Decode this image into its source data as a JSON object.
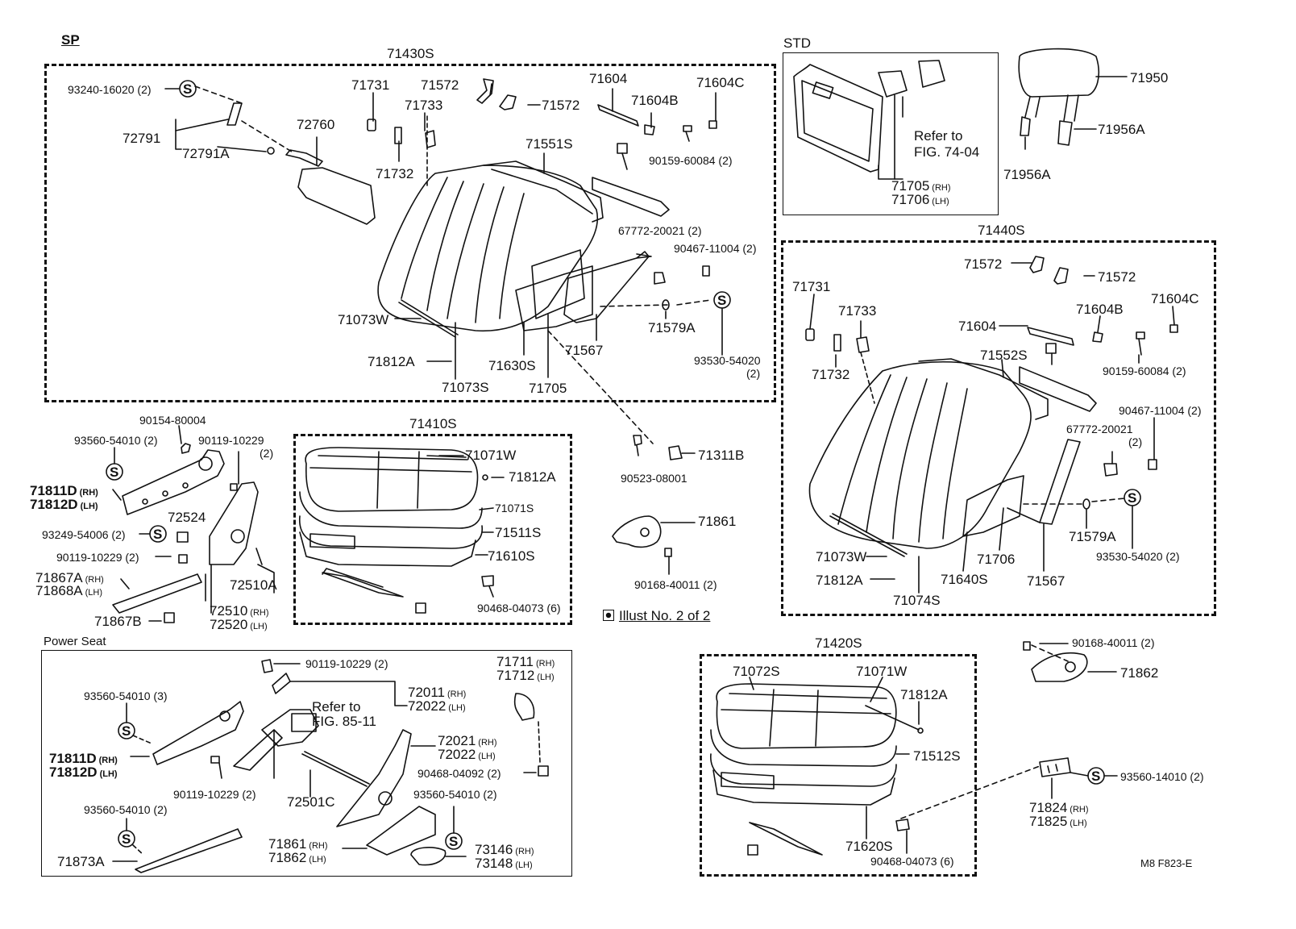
{
  "sections": {
    "sp": "SP",
    "std": "STD",
    "power_seat": "Power Seat",
    "illust": "Illust No. 2 of 2"
  },
  "footer": {
    "code": "M8  F823-E"
  },
  "labels": {
    "l71430S": "71430S",
    "l93240": "93240-16020 (2)",
    "l71731a": "71731",
    "l71572a": "71572",
    "l71604a": "71604",
    "l71604Ca": "71604C",
    "l72760": "72760",
    "l71733a": "71733",
    "l71572b": "71572",
    "l71604Ba": "71604B",
    "l72791": "72791",
    "l72791A": "72791A",
    "l71551S": "71551S",
    "l71732a": "71732",
    "l90159a": "90159-60084 (2)",
    "l67772a": "67772-20021 (2)",
    "l90467a": "90467-11004 (2)",
    "l71073Wa": "71073W",
    "l71579Aa": "71579A",
    "l71567a": "71567",
    "l71812Aa": "71812A",
    "l71630S": "71630S",
    "l93530a": "93530-54020",
    "l93530a2": "(2)",
    "l71073S": "71073S",
    "l71705": "71705",
    "l71705RH": "71705",
    "l71706LH": "71706",
    "l_rh": "(RH)",
    "l_lh": "(LH)",
    "l_referto": "Refer to",
    "l_fig7404": "FIG. 74-04",
    "l71950": "71950",
    "l71956Aa": "71956A",
    "l71956Ab": "71956A",
    "l71440S": "71440S",
    "l71572c": "71572",
    "l71572d": "71572",
    "l71731b": "71731",
    "l71733b": "71733",
    "l71604b": "71604",
    "l71604Bb": "71604B",
    "l71604Cb": "71604C",
    "l71552S": "71552S",
    "l71732b": "71732",
    "l90159b": "90159-60084 (2)",
    "l90467b": "90467-11004 (2)",
    "l67772b": "67772-20021",
    "l67772b2": "(2)",
    "l71073Wb": "71073W",
    "l71579Ab": "71579A",
    "l93530b": "93530-54020 (2)",
    "l71812Ab": "71812A",
    "l71706b": "71706",
    "l71640S": "71640S",
    "l71567b": "71567",
    "l71074S": "71074S",
    "l90154": "90154-80004",
    "l93560a": "93560-54010 (2)",
    "l90119a": "90119-10229",
    "l90119a2": "(2)",
    "l71811Da": "71811D",
    "l71812Da": "71812D",
    "l72524": "72524",
    "l93249": "93249-54006 (2)",
    "l90119b": "90119-10229 (2)",
    "l71867A": "71867A",
    "l71868A": "71868A",
    "l72510A": "72510A",
    "l72510": "72510",
    "l72520": "72520",
    "l71867B": "71867B",
    "l71410S": "71410S",
    "l71071Wa": "71071W",
    "l71812Ac": "71812A",
    "l71071S": "71071S",
    "l71511S": "71511S",
    "l71610S": "71610S",
    "l90468a": "90468-04073 (6)",
    "l90523": "90523-08001",
    "l71311B": "71311B",
    "l71861a": "71861",
    "l90168a": "90168-40011 (2)",
    "l90119c": "90119-10229 (2)",
    "l71711": "71711",
    "l71712": "71712",
    "l93560b": "93560-54010 (3)",
    "l72011": "72011",
    "l72022a": "72022",
    "l_referto2": "Refer to",
    "l_fig8511": "FIG. 85-11",
    "l72021": "72021",
    "l72022b": "72022",
    "l71811Db": "71811D",
    "l71812Db": "71812D",
    "l90468b": "90468-04092 (2)",
    "l90119d": "90119-10229 (2)",
    "l72501C": "72501C",
    "l93560c": "93560-54010 (2)",
    "l93560d": "93560-54010 (2)",
    "l71861b": "71861",
    "l71862b": "71862",
    "l73146": "73146",
    "l73148": "73148",
    "l71873A": "71873A",
    "l71420S": "71420S",
    "l71072S": "71072S",
    "l71071Wb": "71071W",
    "l71812Ad": "71812A",
    "l71512S": "71512S",
    "l71620S": "71620S",
    "l90468c": "90468-04073 (6)",
    "l90168b": "90168-40011 (2)",
    "l71862c": "71862",
    "l93560e": "93560-14010 (2)",
    "l71824": "71824",
    "l71825": "71825"
  }
}
